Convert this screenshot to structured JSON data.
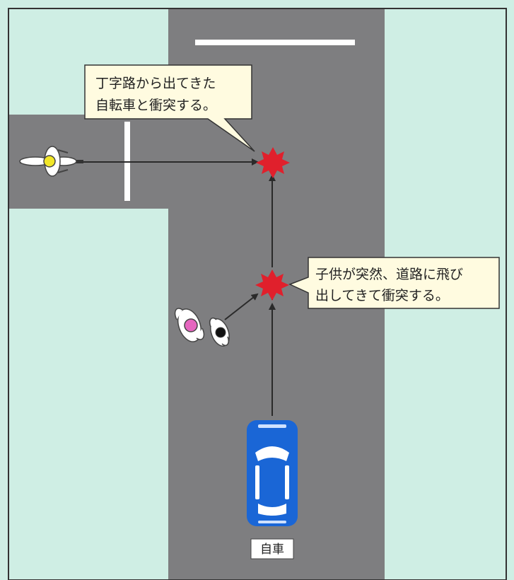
{
  "callouts": {
    "top": {
      "line1": "丁字路から出てきた",
      "line2": "自転車と衝突する。"
    },
    "right": {
      "line1": "子供が突然、道路に飛び",
      "line2": "出してきて衝突する。"
    }
  },
  "car": {
    "label": "自車",
    "color": "#1a66d6"
  },
  "colors": {
    "background": "#cfeee4",
    "road": "#7e7e80",
    "collision": "#e0202c",
    "callout_fill": "#fffbe0",
    "arrow": "#2a2a2a"
  },
  "icons": {
    "collision": "collision-burst-icon",
    "bicycle": "cyclist-icon",
    "pedestrian": "child-pedestrian-icon"
  }
}
